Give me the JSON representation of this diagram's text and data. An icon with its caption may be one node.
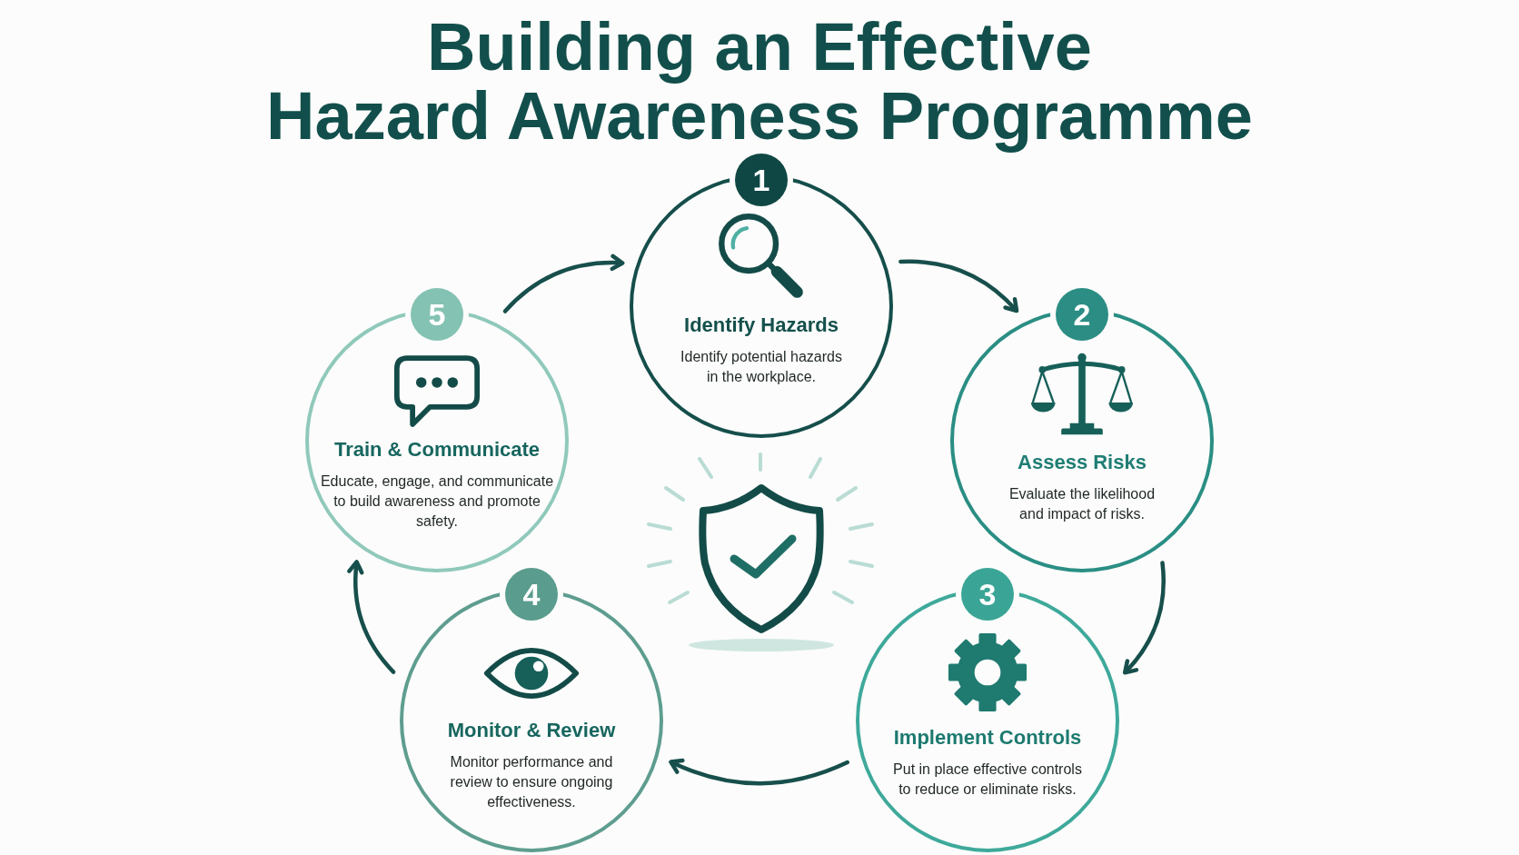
{
  "diagram": {
    "title": "Building an Effective Hazard Awareness Programme",
    "nodes": [
      {
        "text": [
          "1",
          "Identify Hazards",
          "Identify potential hazards in the workplace."
        ]
      },
      {
        "text": [
          "2",
          "Assess Risks",
          "Evaluate the likelihood and impact of risks."
        ]
      },
      {
        "text": [
          "3",
          "Implement Controls",
          "Put in place effective controls to reduce or eliminate risks."
        ]
      },
      {
        "text": [
          "4",
          "Monitor & Review",
          "Monitor performance and review to ensure ongoing effectiveness."
        ]
      },
      {
        "text": [
          "5",
          "Train & Communicate",
          "Educate, engage, and communicate to build awareness and promote safety."
        ]
      }
    ],
    "edges": [
      {
        "from": 0,
        "to": 1,
        "arrow": "to"
      },
      {
        "from": 1,
        "to": 2,
        "arrow": "to"
      },
      {
        "from": 2,
        "to": 3,
        "arrow": "to"
      },
      {
        "from": 3,
        "to": 4,
        "arrow": "to"
      },
      {
        "from": 4,
        "to": 0,
        "arrow": "to"
      }
    ]
  }
}
